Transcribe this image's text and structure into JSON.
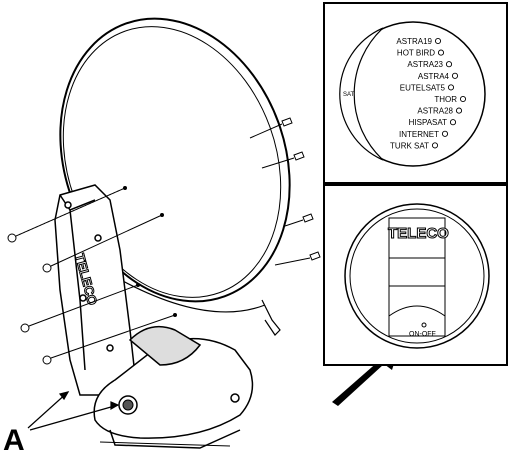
{
  "callout": {
    "label": "A"
  },
  "satellite_selector": {
    "center_label": "SAT",
    "options": [
      "ASTRA19",
      "HOT BIRD",
      "ASTRA23",
      "ASTRA4",
      "EUTELSAT5",
      "THOR",
      "ASTRA28",
      "HISPASAT",
      "INTERNET",
      "TURK SAT"
    ]
  },
  "control_unit": {
    "brand": "TELECO",
    "power_label": "ON-OFF"
  },
  "antenna": {
    "brand_on_arm": "TELECO"
  }
}
